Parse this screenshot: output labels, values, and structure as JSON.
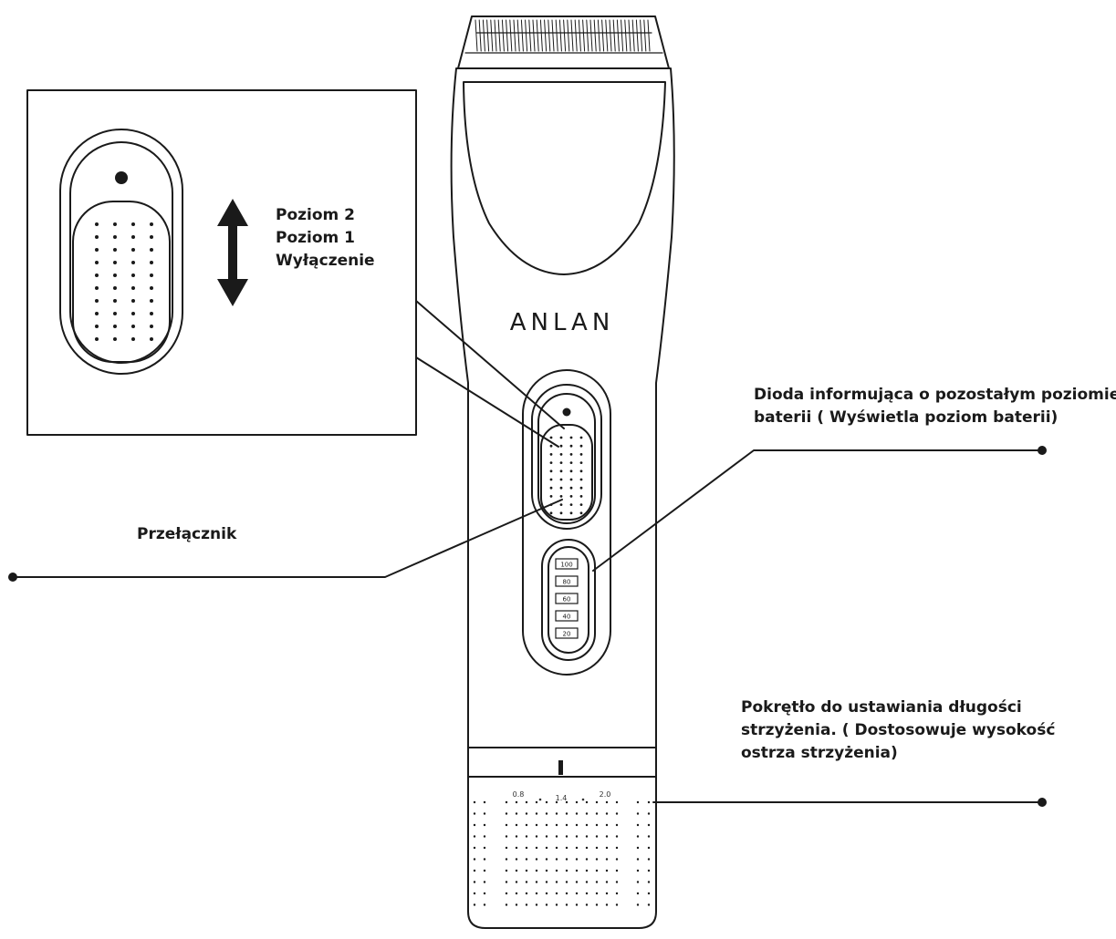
{
  "brand": {
    "logo_text": "ANLAN"
  },
  "switch_callout": {
    "levels": [
      "Poziom 2",
      "Poziom 1",
      "Wyłączenie"
    ]
  },
  "labels": {
    "switch": "Przełącznik",
    "battery": [
      "Dioda informująca o pozostałym poziomie",
      "baterii ( Wyświetla poziom baterii)"
    ],
    "dial": [
      "Pokrętło  do ustawiania długości",
      "strzyżenia. ( Dostosowuje wysokość",
      "ostrza strzyżenia)"
    ]
  },
  "battery_indicator": {
    "levels": [
      "100",
      "80",
      "60",
      "40",
      "20"
    ]
  },
  "dial_scale": {
    "marks": [
      "0.8",
      "1.4",
      "2.0"
    ]
  },
  "colors": {
    "line": "#1a1a1a",
    "background": "#ffffff"
  }
}
